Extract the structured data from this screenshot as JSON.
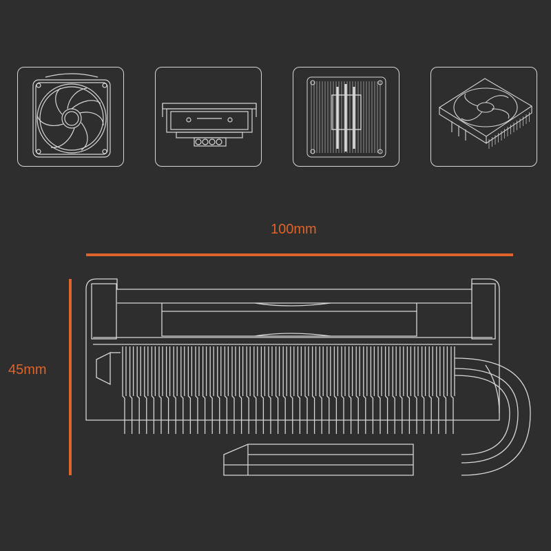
{
  "dimensions": {
    "width_label": "100mm",
    "height_label": "45mm"
  },
  "colors": {
    "background": "#2e2e2e",
    "accent": "#e0632a",
    "line": "#d8d8d8"
  },
  "views": [
    {
      "name": "top-view-fan",
      "icon": "fan-top-view-icon"
    },
    {
      "name": "side-view-base",
      "icon": "heatsink-side-view-icon"
    },
    {
      "name": "bottom-view-heatpipes",
      "icon": "heatsink-bottom-view-icon"
    },
    {
      "name": "isometric-view",
      "icon": "cooler-isometric-icon"
    }
  ]
}
